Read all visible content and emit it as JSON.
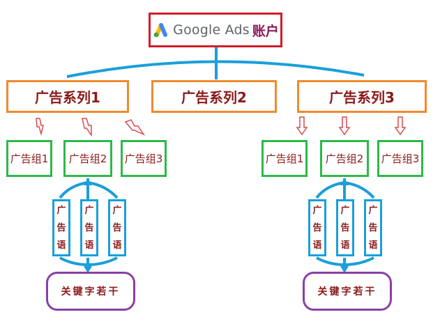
{
  "account": {
    "brand": "Google Ads",
    "suffix": "账户"
  },
  "campaigns": [
    {
      "label": "广告系列1"
    },
    {
      "label": "广告系列2"
    },
    {
      "label": "广告系列3"
    }
  ],
  "groups": [
    {
      "label": "广告组1"
    },
    {
      "label": "广告组2"
    },
    {
      "label": "广告组3"
    },
    {
      "label": "广告组1"
    },
    {
      "label": "广告组2"
    },
    {
      "label": "广告组3"
    }
  ],
  "ads": {
    "chars": [
      "广",
      "告",
      "语"
    ]
  },
  "keywords": [
    {
      "label": "关键字若干"
    },
    {
      "label": "关键字若干"
    }
  ],
  "colors": {
    "account_border": "#d21c2a",
    "campaign_border": "#f08a2e",
    "group_border": "#2eb84b",
    "ad_border": "#1a9fd9",
    "keyword_border": "#8a3fa6",
    "connector": "#1a9fd9",
    "text": "#8b1a1a"
  },
  "icons": {
    "logo": "google-ads-logo-icon"
  }
}
